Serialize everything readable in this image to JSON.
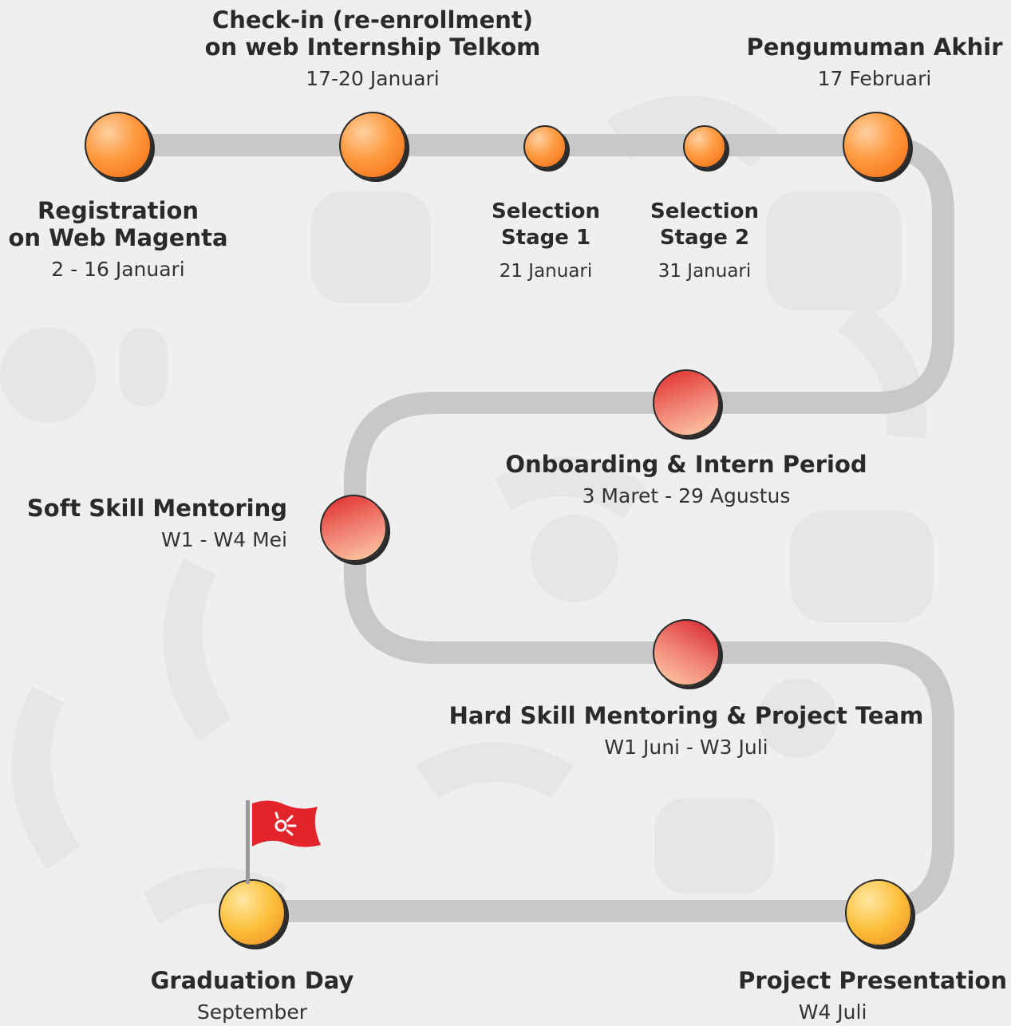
{
  "milestones": {
    "registration": {
      "title_line1": "Registration",
      "title_line2": "on Web Magenta",
      "date": "2 - 16 Januari"
    },
    "checkin": {
      "title_line1": "Check-in (re-enrollment)",
      "title_line2": "on web Internship Telkom",
      "date": "17-20 Januari"
    },
    "selection1": {
      "title_line1": "Selection",
      "title_line2": "Stage 1",
      "date": "21 Januari"
    },
    "selection2": {
      "title_line1": "Selection",
      "title_line2": "Stage 2",
      "date": "31 Januari"
    },
    "pengumuman": {
      "title": "Pengumuman Akhir",
      "date": "17 Februari"
    },
    "onboarding": {
      "title": "Onboarding & Intern Period",
      "date": "3 Maret - 29 Agustus"
    },
    "softskill": {
      "title": "Soft Skill Mentoring",
      "date": "W1 - W4 Mei"
    },
    "hardskill": {
      "title": "Hard Skill Mentoring & Project Team",
      "date": "W1 Juni - W3 Juli"
    },
    "presentation": {
      "title": "Project Presentation",
      "date": "W4 Juli"
    },
    "graduation": {
      "title": "Graduation Day",
      "date": "September"
    }
  },
  "colors": {
    "background": "#efefef",
    "track": "#c8c8c8",
    "node_orange": "#f58220",
    "node_red": "#d41f2a",
    "node_yellow": "#fcbf3a",
    "flag": "#e3242b"
  }
}
